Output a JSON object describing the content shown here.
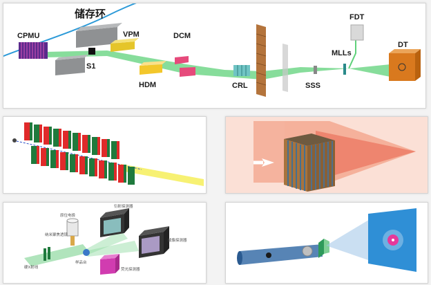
{
  "top_panel": {
    "ring_label": "储存环",
    "labels": {
      "cpmu": "CPMU",
      "vpm": "VPM",
      "s1": "S1",
      "hdm": "HDM",
      "dcm": "DCM",
      "crl": "CRL",
      "sss": "SSS",
      "mlls": "MLLs",
      "fdt": "FDT",
      "dt": "DT"
    }
  },
  "setup_panel": {
    "labels": {
      "position_electrode": "原位电极",
      "diffraction_detector": "衍射探测器",
      "nano_focus_lens": "纳米聚焦透镜",
      "imaging_detector": "成像探测器",
      "xray_in": "硬X射线",
      "sample_stage": "样品台",
      "fluorescence_detector": "荧光探测器"
    }
  },
  "colors": {
    "beam": "#5fd17a",
    "ring": "#2c9ad8",
    "cpmu": "#5b2a8c",
    "vpm": "#e5c52a",
    "hdm": "#f3c72b",
    "dcm": "#e64a7b",
    "crl": "#6fc4c4",
    "lens": "#b4743c",
    "dt": "#d9791e",
    "undulator_red": "#e02a2a",
    "undulator_green": "#1f7a3d"
  }
}
